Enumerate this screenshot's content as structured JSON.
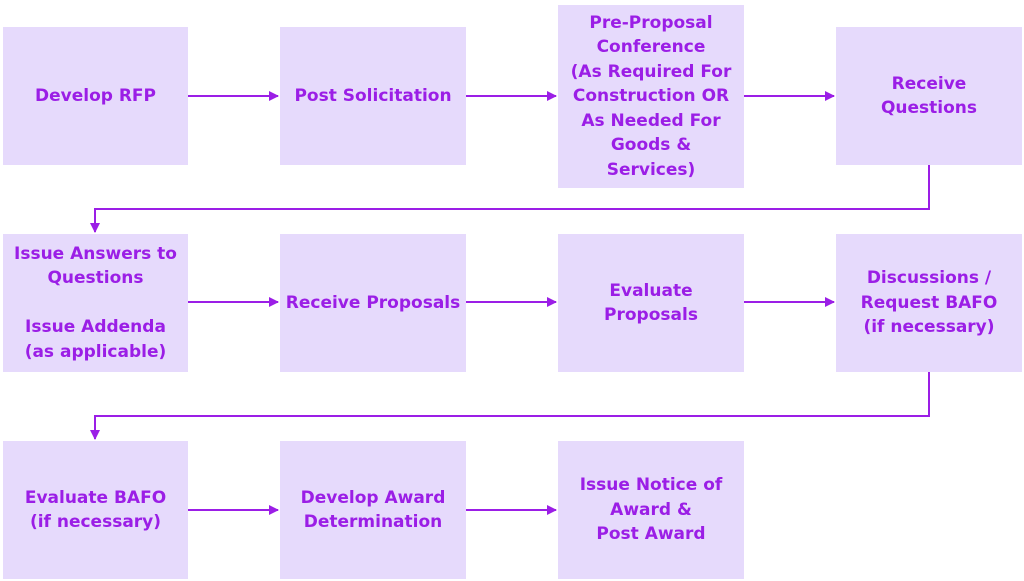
{
  "colors": {
    "box_fill": "#e6dafc",
    "text": "#9b1ee6",
    "connector": "#9b1ee6"
  },
  "steps": [
    {
      "id": "develop-rfp",
      "label": "Develop RFP"
    },
    {
      "id": "post-solicitation",
      "label": "Post Solicitation"
    },
    {
      "id": "pre-proposal-conference",
      "label": "Pre-Proposal\nConference\n(As Required For\nConstruction OR\nAs Needed For\nGoods &\nServices)"
    },
    {
      "id": "receive-questions",
      "label": "Receive\nQuestions"
    },
    {
      "id": "issue-answers",
      "label": "Issue Answers to\nQuestions\n\nIssue Addenda\n(as applicable)"
    },
    {
      "id": "receive-proposals",
      "label": "Receive Proposals"
    },
    {
      "id": "evaluate-proposals",
      "label": "Evaluate\nProposals"
    },
    {
      "id": "discussions-bafo",
      "label": "Discussions /\nRequest BAFO\n(if necessary)"
    },
    {
      "id": "evaluate-bafo",
      "label": "Evaluate BAFO\n(if necessary)"
    },
    {
      "id": "develop-award-determination",
      "label": "Develop Award\nDetermination"
    },
    {
      "id": "issue-notice-of-award",
      "label": "Issue Notice of\nAward &\nPost Award"
    }
  ],
  "connections": [
    {
      "from": "develop-rfp",
      "to": "post-solicitation"
    },
    {
      "from": "post-solicitation",
      "to": "pre-proposal-conference"
    },
    {
      "from": "pre-proposal-conference",
      "to": "receive-questions"
    },
    {
      "from": "receive-questions",
      "to": "issue-answers"
    },
    {
      "from": "issue-answers",
      "to": "receive-proposals"
    },
    {
      "from": "receive-proposals",
      "to": "evaluate-proposals"
    },
    {
      "from": "evaluate-proposals",
      "to": "discussions-bafo"
    },
    {
      "from": "discussions-bafo",
      "to": "evaluate-bafo"
    },
    {
      "from": "evaluate-bafo",
      "to": "develop-award-determination"
    },
    {
      "from": "develop-award-determination",
      "to": "issue-notice-of-award"
    }
  ]
}
